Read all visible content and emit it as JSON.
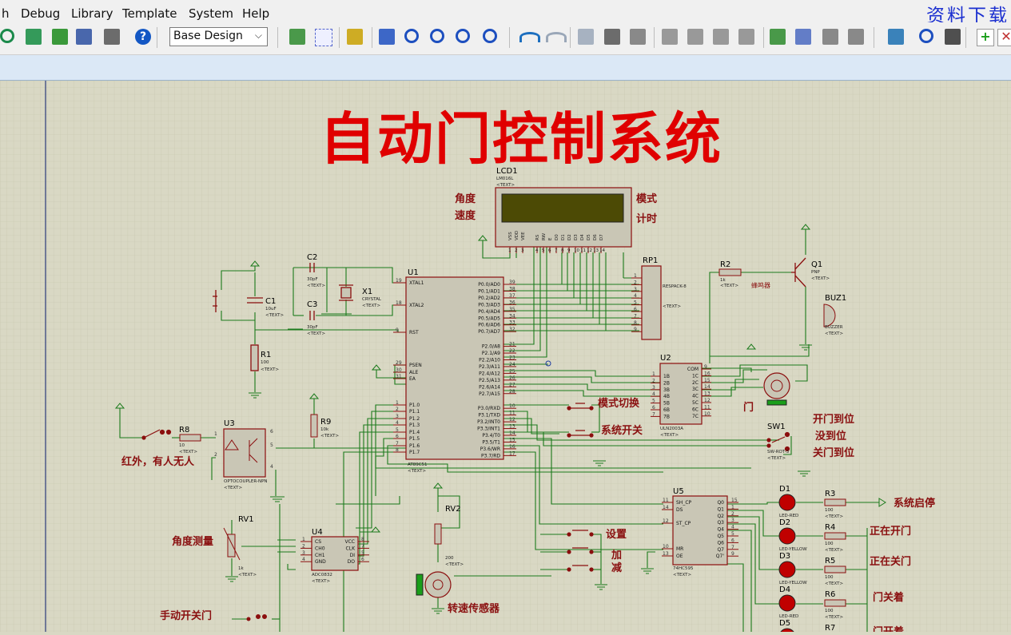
{
  "menu": {
    "m0": "h",
    "m1": "Debug",
    "m2": "Library",
    "m3": "Template",
    "m4": "System",
    "m5": "Help"
  },
  "watermark": "资料下载",
  "toolbar": {
    "design_select": "Base Design",
    "icons": [
      "zoom-sheet-icon",
      "component-icon",
      "bill-of-materials-icon",
      "netlist-icon",
      "report-icon",
      "help-icon",
      "refresh-icon",
      "grid-icon",
      "origin-icon",
      "pan-icon",
      "zoom-in-icon",
      "zoom-out-icon",
      "zoom-all-icon",
      "zoom-area-icon",
      "undo-icon",
      "redo-icon",
      "cut-icon",
      "copy-icon",
      "paste-icon",
      "block-copy-icon",
      "block-move-icon",
      "block-rotate-icon",
      "block-delete-icon",
      "pick-device-icon",
      "make-device-icon",
      "packaging-icon",
      "decompose-icon",
      "wire-autorouter-icon",
      "search-icon",
      "property-assign-icon",
      "new-sheet-icon",
      "remove-sheet-icon"
    ]
  },
  "schematic": {
    "title": "自动门控制系统",
    "lcd": {
      "ref": "LCD1",
      "part": "LM016L",
      "text": "<TEXT>",
      "pins": [
        "VSS",
        "VDD",
        "VEE",
        "RS",
        "RW",
        "E",
        "D0",
        "D1",
        "D2",
        "D3",
        "D4",
        "D5",
        "D6",
        "D7"
      ],
      "nums": [
        "1",
        "2",
        "3",
        "4",
        "5",
        "6",
        "7",
        "8",
        "9",
        "10",
        "11",
        "12",
        "13",
        "14"
      ]
    },
    "labels": {
      "angle": "角度",
      "speed": "速度",
      "mode": "模式",
      "timer": "计时",
      "buzzer_cn": "蜂鸣器",
      "mode_switch": "模式切换",
      "system_switch": "系统开关",
      "door": "门",
      "open_done": "开门到位",
      "not_done": "没到位",
      "close_done": "关门到位",
      "ir": "红外，有人无人",
      "angle_measure": "角度测量",
      "set": "设置",
      "add": "加",
      "sub": "减",
      "speed_sensor": "转速传感器",
      "manual": "手动开关门",
      "sys_start_stop": "系统启停",
      "opening": "正在开门",
      "closing": "正在关门",
      "door_closed": "门关着",
      "door_open": "门开着"
    },
    "u1": {
      "ref": "U1",
      "part": "AT89C51",
      "text": "<TEXT>",
      "left": [
        "XTAL1",
        "XTAL2",
        "RST",
        "PSEN",
        "ALE",
        "EA",
        "P1.0",
        "P1.1",
        "P1.2",
        "P1.3",
        "P1.4",
        "P1.5",
        "P1.6",
        "P1.7"
      ],
      "leftnums": [
        "19",
        "18",
        "9",
        "29",
        "30",
        "31",
        "1",
        "2",
        "3",
        "4",
        "5",
        "6",
        "7",
        "8"
      ],
      "right": [
        "P0.0/AD0",
        "P0.1/AD1",
        "P0.2/AD2",
        "P0.3/AD3",
        "P0.4/AD4",
        "P0.5/AD5",
        "P0.6/AD6",
        "P0.7/AD7",
        "P2.0/A8",
        "P2.1/A9",
        "P2.2/A10",
        "P2.3/A11",
        "P2.4/A12",
        "P2.5/A13",
        "P2.6/A14",
        "P2.7/A15",
        "P3.0/RXD",
        "P3.1/TXD",
        "P3.2/INT0",
        "P3.3/INT1",
        "P3.4/T0",
        "P3.5/T1",
        "P3.6/WR",
        "P3.7/RD"
      ],
      "rightnums": [
        "39",
        "38",
        "37",
        "36",
        "35",
        "34",
        "33",
        "32",
        "21",
        "22",
        "23",
        "24",
        "25",
        "26",
        "27",
        "28",
        "10",
        "11",
        "12",
        "13",
        "14",
        "15",
        "16",
        "17"
      ]
    },
    "c2": {
      "ref": "C2",
      "value": "30pF",
      "text": "<TEXT>"
    },
    "c3": {
      "ref": "C3",
      "value": "30pF",
      "text": "<TEXT>"
    },
    "c1": {
      "ref": "C1",
      "value": "10uF",
      "text": "<TEXT>"
    },
    "x1": {
      "ref": "X1",
      "part": "CRYSTAL",
      "text": "<TEXT>"
    },
    "r1": {
      "ref": "R1",
      "value": "100",
      "text": "<TEXT>"
    },
    "rp1": {
      "ref": "RP1",
      "part": "RESPACK-8",
      "text": "<TEXT>",
      "nums": [
        "1",
        "2",
        "3",
        "4",
        "5",
        "6",
        "7",
        "8",
        "9"
      ]
    },
    "r2": {
      "ref": "R2",
      "value": "1k",
      "text": "<TEXT>"
    },
    "q1": {
      "ref": "Q1",
      "part": "PNP",
      "text": "<TEXT>"
    },
    "buz": {
      "ref": "BUZ1",
      "part": "BUZZER",
      "text": "<TEXT>"
    },
    "u2": {
      "ref": "U2",
      "part": "ULN2003A",
      "text": "<TEXT>",
      "left": [
        "1B",
        "2B",
        "3B",
        "4B",
        "5B",
        "6B",
        "7B"
      ],
      "right": [
        "COM",
        "1C",
        "2C",
        "3C",
        "4C",
        "5C",
        "6C",
        "7C"
      ],
      "leftnums": [
        "1",
        "2",
        "3",
        "4",
        "5",
        "6",
        "7"
      ],
      "rightnums": [
        "9",
        "16",
        "15",
        "14",
        "13",
        "12",
        "11",
        "10"
      ]
    },
    "sw1": {
      "ref": "SW1",
      "part": "SW-ROT-3",
      "text": "<TEXT>"
    },
    "r8": {
      "ref": "R8",
      "value": "10",
      "text": "<TEXT>"
    },
    "u3": {
      "ref": "U3",
      "part": "OPTOCOUPLER-NPN",
      "text": "<TEXT>",
      "nums": [
        "1",
        "2",
        "6",
        "5",
        "4"
      ]
    },
    "r9": {
      "ref": "R9",
      "value": "10k",
      "text": "<TEXT>"
    },
    "rv1": {
      "ref": "RV1",
      "value": "1k",
      "text": "<TEXT>"
    },
    "u4": {
      "ref": "U4",
      "part": "ADC0832",
      "text": "<TEXT>",
      "left": [
        "CS",
        "CH0",
        "CH1",
        "GND"
      ],
      "right": [
        "VCC",
        "CLK",
        "DI",
        "DO"
      ],
      "leftnums": [
        "1",
        "2",
        "3",
        "4"
      ],
      "rightnums": [
        "8",
        "7",
        "5",
        "6"
      ]
    },
    "rv2": {
      "ref": "RV2",
      "value": "200",
      "text": "<TEXT>"
    },
    "u5": {
      "ref": "U5",
      "part": "74HC595",
      "text": "<TEXT>",
      "left": [
        "SH_CP",
        "DS",
        "ST_CP",
        "MR",
        "OE"
      ],
      "leftnums": [
        "11",
        "14",
        "12",
        "10",
        "13"
      ],
      "right": [
        "Q0",
        "Q1",
        "Q2",
        "Q3",
        "Q4",
        "Q5",
        "Q6",
        "Q7",
        "Q7'"
      ],
      "rightnums": [
        "15",
        "1",
        "2",
        "3",
        "4",
        "5",
        "6",
        "7",
        "9"
      ]
    },
    "leds": [
      {
        "ref": "D1",
        "part": "LED-RED"
      },
      {
        "ref": "D2",
        "part": "LED-YELLOW"
      },
      {
        "ref": "D3",
        "part": "LED-YELLOW"
      },
      {
        "ref": "D4",
        "part": "LED-RED"
      },
      {
        "ref": "D5",
        "part": ""
      }
    ],
    "resistors": [
      {
        "ref": "R3",
        "value": "100"
      },
      {
        "ref": "R4",
        "value": "100"
      },
      {
        "ref": "R5",
        "value": "100"
      },
      {
        "ref": "R6",
        "value": "100"
      },
      {
        "ref": "R7",
        "value": ""
      }
    ],
    "text_tag": "<TEXT>"
  },
  "colors": {
    "background": "#d9d8c4",
    "grid": "#c8c7b0",
    "wire": "#1b7a1b",
    "component": "#8b0e0e",
    "component_fill": "#c9c6b5",
    "title": "#e00000",
    "label": "#8a1010",
    "lcd_screen": "#4c4a05"
  }
}
